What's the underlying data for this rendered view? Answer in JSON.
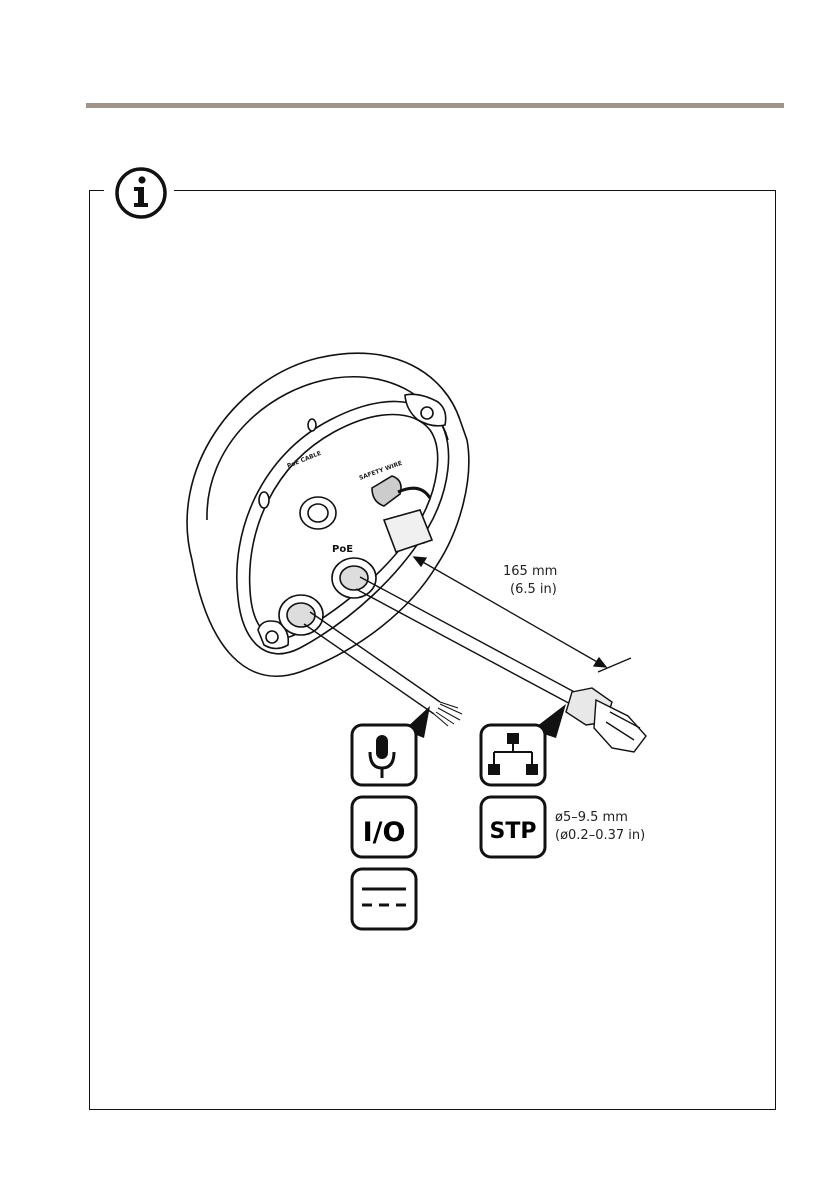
{
  "figure": {
    "cable_length": "165 mm",
    "cable_length_imperial": "(6.5 in)",
    "cable_diameter": "ø5–9.5 mm",
    "cable_diameter_imperial": "(ø0.2–0.37 in)",
    "port_label": "PoE",
    "housing_text_1": "PoE CABLE",
    "housing_text_2": "SAFETY WIRE",
    "icons": {
      "io_label": "I/O",
      "stp_label": "STP",
      "microphone": "microphone-icon",
      "network": "network-icon",
      "dc_power": "dc-power-icon",
      "info": "info-icon"
    }
  },
  "colors": {
    "header_rule": "#a0948a",
    "line": "#111111"
  }
}
